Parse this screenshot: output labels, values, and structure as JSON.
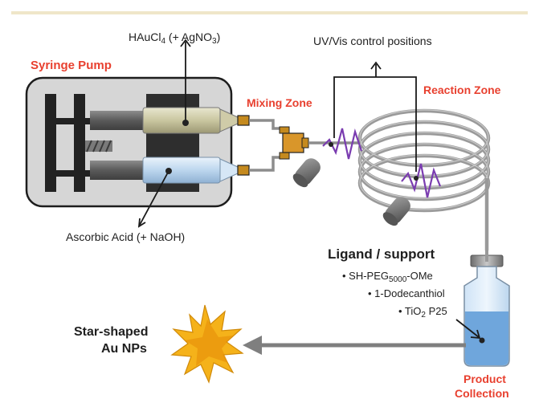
{
  "labels": {
    "syringe_pump": "Syringe Pump",
    "haucl4": "HAuCl",
    "haucl4_sub": "4",
    "haucl4_suffix": " (+ AgNO",
    "agno3_sub": "3",
    "haucl4_close": ")",
    "ascorbic_acid": "Ascorbic Acid (+ NaOH)",
    "mixing_zone": "Mixing Zone",
    "uv_vis": "UV/Vis control positions",
    "reaction_zone": "Reaction Zone",
    "ligand_title": "Ligand / support",
    "ligand_1_prefix": "• SH-PEG",
    "ligand_1_sub": "5000",
    "ligand_1_suffix": "-OMe",
    "ligand_2": "• 1-Dodecanthiol",
    "ligand_3_prefix": "• TiO",
    "ligand_3_sub": "2",
    "ligand_3_suffix": " P25",
    "star_line1": "Star-shaped",
    "star_line2": "Au NPs",
    "product_line1": "Product",
    "product_line2": "Collection"
  },
  "colors": {
    "accent_red": "#e8402f",
    "top_rule": "#efe6c9",
    "pump_body": "#d7d7d7",
    "tube": "#8a8a8a",
    "spectro_wave": "#7a3cb0",
    "star": "#f5b21a",
    "vial_liquid": "#6fa6dc"
  }
}
